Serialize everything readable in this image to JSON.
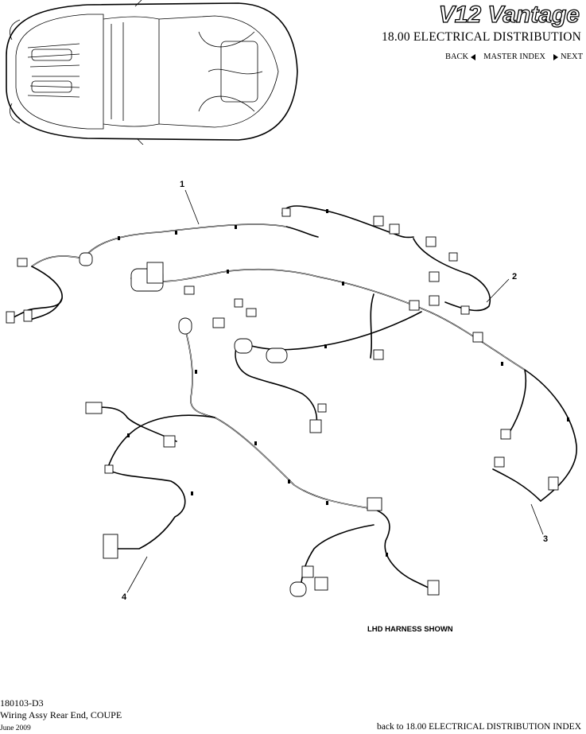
{
  "header": {
    "brand": "V12 Vantage",
    "section_title": "18.00 ELECTRICAL DISTRIBUTION"
  },
  "nav": {
    "back": "BACK",
    "master_index": "MASTER INDEX",
    "next": "NEXT"
  },
  "callouts": [
    "1",
    "2",
    "3",
    "4"
  ],
  "note": "LHD HARNESS SHOWN",
  "footer": {
    "part_number": "180103-D3",
    "part_name": "Wiring Assy Rear End, COUPE",
    "date": "June 2009",
    "back_link": "back to 18.00 ELECTRICAL DISTRIBUTION INDEX"
  }
}
